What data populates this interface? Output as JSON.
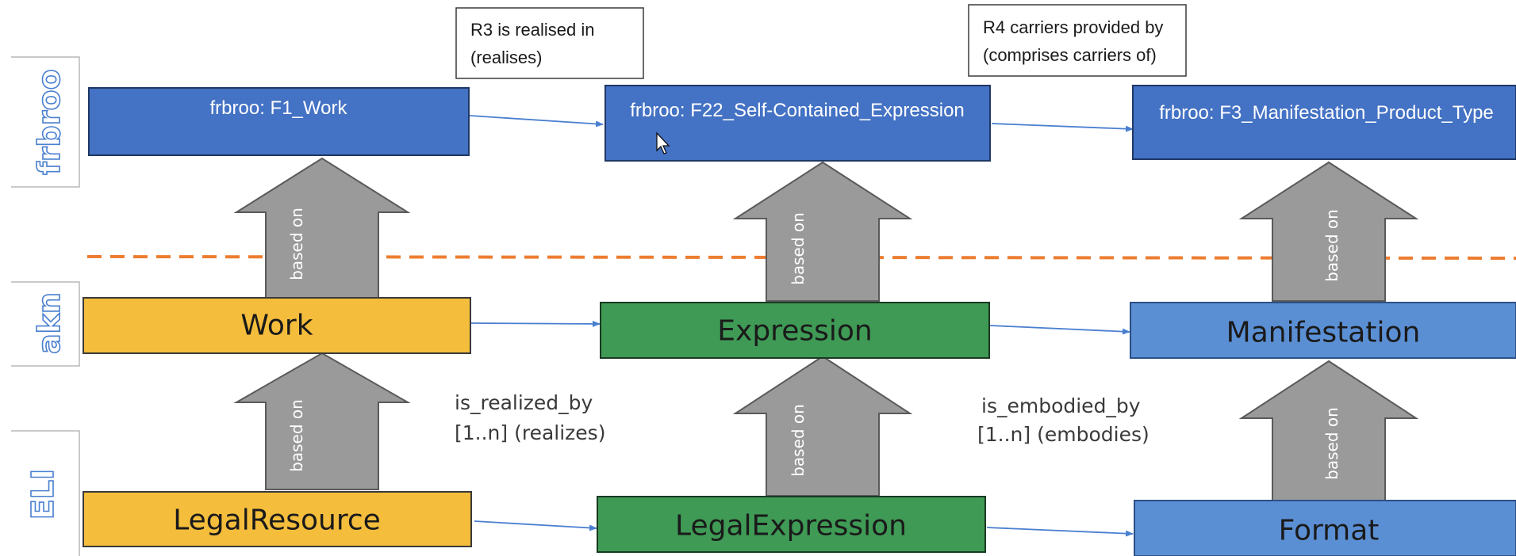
{
  "layers": {
    "frbroo": "frbroo",
    "akn": "akn",
    "eli": "ELI"
  },
  "frbroo_row": {
    "work": "frbroo: F1_Work",
    "expression": "frbroo: F22_Self-Contained_Expression",
    "manifestation": "frbroo: F3_Manifestation_Product_Type"
  },
  "akn_row": {
    "work": "Work",
    "expression": "Expression",
    "manifestation": "Manifestation"
  },
  "eli_row": {
    "work": "LegalResource",
    "expression": "LegalExpression",
    "manifestation": "Format"
  },
  "relations": {
    "r3_line1": "R3 is realised in",
    "r3_line2": "(realises)",
    "r4_line1": "R4 carriers provided by",
    "r4_line2": "(comprises carriers of)",
    "realized_line1": "is_realized_by",
    "realized_line2": "[1..n] (realizes)",
    "embodied_line1": "is_embodied_by",
    "embodied_line2": "[1..n] (embodies)"
  },
  "arrow_label": "based on",
  "colors": {
    "frbroo_blue": "#4472c4",
    "akn_yellow": "#f4bd3c",
    "green": "#3f9a55",
    "light_blue": "#5b8fd4",
    "arrow_gray": "#9a9a9a",
    "dash_orange": "#ed7d31",
    "connector_blue": "#4a7fd0"
  }
}
